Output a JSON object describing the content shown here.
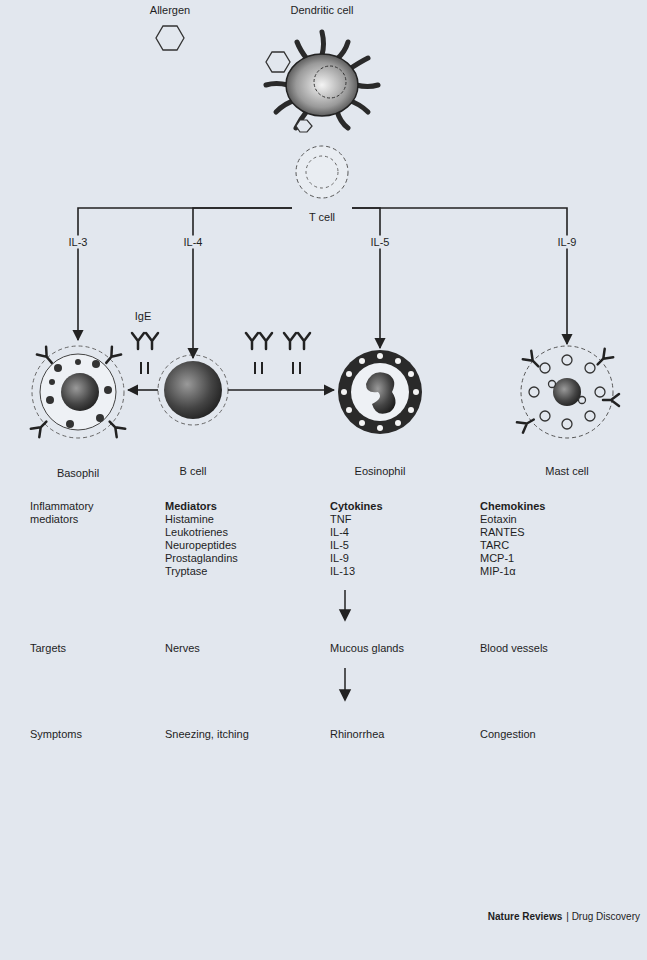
{
  "diagram": {
    "nodes": [
      {
        "text": [
          "Allergen"
        ]
      },
      {
        "text": [
          "Dendritic cell"
        ]
      },
      {
        "text": [
          "T cell"
        ]
      },
      {
        "text": [
          "Basophil"
        ]
      },
      {
        "text": [
          "B cell"
        ]
      },
      {
        "text": [
          "Eosinophil"
        ]
      },
      {
        "text": [
          "Mast cell"
        ]
      }
    ],
    "edges": [
      {
        "from": 2,
        "to": 3,
        "label": "IL-3",
        "arrow": "to"
      },
      {
        "from": 2,
        "to": 4,
        "label": "IL-4",
        "arrow": "to"
      },
      {
        "from": 2,
        "to": 5,
        "label": "IL-5",
        "arrow": "to"
      },
      {
        "from": 2,
        "to": 6,
        "label": "IL-9",
        "arrow": "to"
      },
      {
        "from": 4,
        "to": 3,
        "label": "IgE",
        "arrow": "to"
      },
      {
        "from": 4,
        "to": 5,
        "arrow": "to"
      }
    ],
    "labels": [
      "Inflammatory mediators",
      "Mediators",
      "Histamine",
      "Leukotrienes",
      "Neuropeptides",
      "Prostaglandins",
      "Tryptase",
      "Cytokines",
      "TNF",
      "IL-4",
      "IL-5",
      "IL-9",
      "IL-13",
      "Chemokines",
      "Eotaxin",
      "RANTES",
      "TARC",
      "MCP-1",
      "MIP-1α",
      "Targets",
      "Nerves",
      "Mucous glands",
      "Blood vessels",
      "Symptoms",
      "Sneezing, itching",
      "Rhinorrhea",
      "Congestion",
      "Nature Reviews",
      "| Drug Discovery"
    ]
  }
}
